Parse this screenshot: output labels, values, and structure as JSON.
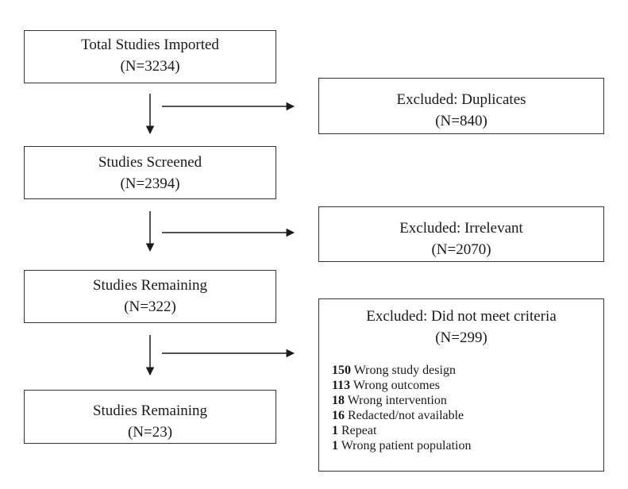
{
  "boxes": {
    "total_imported": {
      "title": "Total Studies Imported",
      "count": "(N=3234)"
    },
    "screened": {
      "title": "Studies Screened",
      "count": "(N=2394)"
    },
    "remaining_1": {
      "title": "Studies Remaining",
      "count": "(N=322)"
    },
    "remaining_2": {
      "title": "Studies Remaining",
      "count": "(N=23)"
    }
  },
  "exclusions": {
    "duplicates": {
      "title": "Excluded: Duplicates",
      "count": "(N=840)"
    },
    "irrelevant": {
      "title": "Excluded: Irrelevant",
      "count": "(N=2070)"
    },
    "criteria": {
      "title": "Excluded: Did not meet criteria",
      "count": "(N=299)",
      "reasons": [
        {
          "n": "150",
          "label": "Wrong study design"
        },
        {
          "n": "113",
          "label": "Wrong outcomes"
        },
        {
          "n": "18",
          "label": "Wrong intervention"
        },
        {
          "n": "16",
          "label": "Redacted/not available"
        },
        {
          "n": "1",
          "label": "Repeat"
        },
        {
          "n": "1",
          "label": "Wrong patient population"
        }
      ]
    }
  },
  "colors": {
    "line": "#1a1a1a",
    "border": "#333333"
  }
}
